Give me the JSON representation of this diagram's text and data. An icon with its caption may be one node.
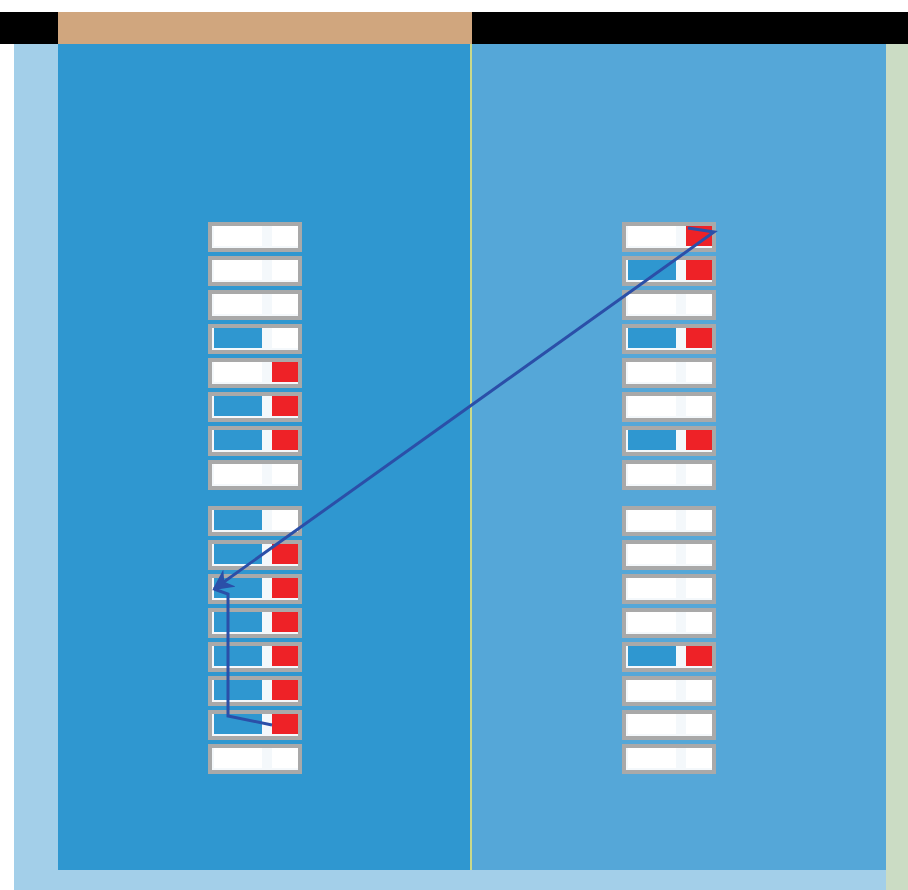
{
  "diagram": {
    "nodes": [
      {
        "text": [],
        "shape": "box"
      },
      {
        "text": [],
        "shape": "box"
      },
      {
        "text": [],
        "shape": "box"
      }
    ],
    "edges": [
      {
        "from": 2,
        "to": 0,
        "arrow": "to"
      },
      {
        "from": 0,
        "to": 1,
        "arrow": "none"
      }
    ]
  }
}
